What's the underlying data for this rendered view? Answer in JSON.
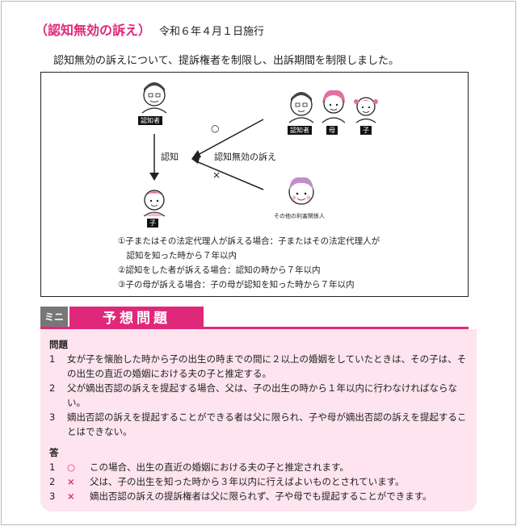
{
  "header": {
    "title": "（認知無効の訴え）",
    "effective": "令和６年４月１日施行"
  },
  "intro": "認知無効の訴えについて、提訴権者を制限し、出訴期間を制限しました。",
  "diagram": {
    "tag_ninchisha_left": "認知者",
    "tag_ko_left": "子",
    "tag_ninchisha_right": "認知者",
    "tag_haha": "母",
    "tag_ko_right": "子",
    "label_ninchi": "認知",
    "label_muko": "認知無効の訴え",
    "mark_ok": "○",
    "mark_ng": "×",
    "label_other": "その他の利害関係人",
    "rules": [
      "①子またはその法定代理人が訴える場合：子またはその法定代理人が",
      "　認知を知った時から７年以内",
      "②認知をした者が訴える場合：認知の時から７年以内",
      "③子の母が訴える場合：子の母が認知を知った時から７年以内"
    ]
  },
  "mini": {
    "label": "ミニ",
    "title": "予想問題"
  },
  "questions": {
    "heading": "問題",
    "items": [
      {
        "num": "1",
        "text": "女が子を懐胎した時から子の出生の時までの間に２以上の婚姻をしていたときは、その子は、その出生の直近の婚姻における夫の子と推定する。"
      },
      {
        "num": "2",
        "text": "父が嫡出否認の訴えを提起する場合、父は、子の出生の時から１年以内に行わなければならない。"
      },
      {
        "num": "3",
        "text": "嫡出否認の訴えを提起することができる者は父に限られ、子や母が嫡出否認の訴えを提起することはできない。"
      }
    ]
  },
  "answers": {
    "heading": "答",
    "items": [
      {
        "num": "1",
        "mark": "○",
        "text": "この場合、出生の直近の婚姻における夫の子と推定されます。"
      },
      {
        "num": "2",
        "mark": "×",
        "text": "父は、子の出生を知った時から３年以内に行えばよいものとされています。"
      },
      {
        "num": "3",
        "mark": "×",
        "text": "嫡出否認の訴えの提訴権者は父に限られず、子や母でも提起することができます。"
      }
    ]
  },
  "colors": {
    "accent": "#e0287a",
    "box_bg": "#fde4ee",
    "mini_label_bg": "#777777"
  }
}
